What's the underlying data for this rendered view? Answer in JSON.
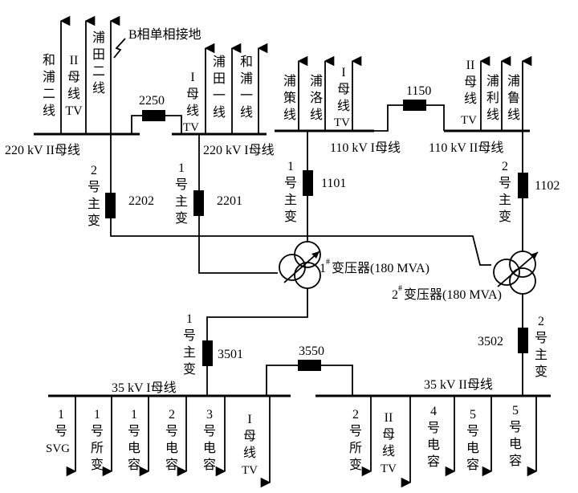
{
  "annotation": "B相单相接地",
  "buses": {
    "b220_2": "220 kV II母线",
    "b220_1": "220 kV I母线",
    "b110_1": "110 kV I母线",
    "b110_2": "110 kV II母线",
    "b35_1": "35 kV I母线",
    "b35_2": "35 kV II母线"
  },
  "breakers": {
    "cb2250": "2250",
    "cb2202": "2202",
    "cb2201": "2201",
    "cb1150": "1150",
    "cb1101": "1101",
    "cb1102": "1102",
    "cb3550": "3550",
    "cb3501": "3501",
    "cb3502": "3502"
  },
  "transformers": {
    "t1_name": "1",
    "t1_text": "变压器(180 MVA)",
    "t2_name": "2",
    "t2_text": "变压器(180 MVA)",
    "sup": "#"
  },
  "branch_labels": {
    "main2_top": [
      "2",
      "号",
      "主",
      "变"
    ],
    "main1_top": [
      "1",
      "号",
      "主",
      "变"
    ],
    "main1_110": [
      "1",
      "号",
      "主",
      "变"
    ],
    "main2_110": [
      "2",
      "号",
      "主",
      "变"
    ],
    "main1_35": [
      "1",
      "号",
      "主",
      "变"
    ],
    "main2_35": [
      "2",
      "号",
      "主",
      "变"
    ]
  },
  "feeders_220": [
    {
      "label": [
        "和",
        "浦",
        "二",
        "线"
      ]
    },
    {
      "label": [
        "II",
        "母",
        "线",
        "TV"
      ]
    },
    {
      "label": [
        "浦",
        "田",
        "二",
        "线"
      ]
    },
    {
      "label": [
        "I",
        "母",
        "线",
        "TV"
      ]
    },
    {
      "label": [
        "浦",
        "田",
        "一",
        "线"
      ]
    },
    {
      "label": [
        "和",
        "浦",
        "一",
        "线"
      ]
    }
  ],
  "feeders_110": [
    {
      "label": [
        "浦",
        "策",
        "线"
      ]
    },
    {
      "label": [
        "浦",
        "洛",
        "线"
      ]
    },
    {
      "label": [
        "I",
        "母",
        "线",
        "TV"
      ]
    },
    {
      "label": [
        "II",
        "母",
        "线",
        "TV"
      ]
    },
    {
      "label": [
        "浦",
        "利",
        "线"
      ]
    },
    {
      "label": [
        "浦",
        "鲁",
        "线"
      ]
    }
  ],
  "feeders_35": [
    {
      "label": [
        "1",
        "号",
        "SVG"
      ]
    },
    {
      "label": [
        "1",
        "号",
        "所",
        "变"
      ]
    },
    {
      "label": [
        "1",
        "号",
        "电",
        "容"
      ]
    },
    {
      "label": [
        "2",
        "号",
        "电",
        "容"
      ]
    },
    {
      "label": [
        "3",
        "号",
        "电",
        "容"
      ]
    },
    {
      "label": [
        "I",
        "母",
        "线",
        "TV"
      ]
    },
    {
      "label": [
        "2",
        "号",
        "所",
        "变"
      ]
    },
    {
      "label": [
        "II",
        "母",
        "线",
        "TV"
      ]
    },
    {
      "label": [
        "4",
        "号",
        "电",
        "容"
      ]
    },
    {
      "label": [
        "5",
        "号",
        "电",
        "容"
      ]
    },
    {
      "label": [
        "5",
        "号",
        "电",
        "容"
      ]
    }
  ]
}
